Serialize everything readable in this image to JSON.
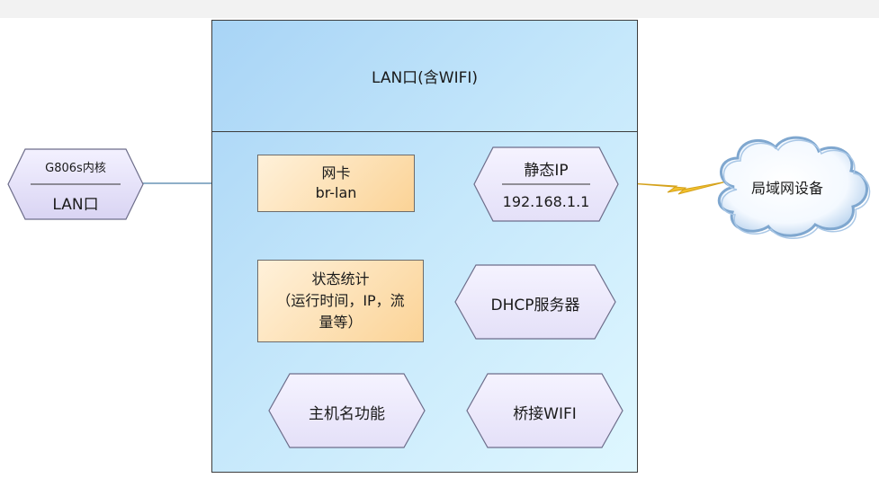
{
  "header": {
    "title": "LAN口(含WIFI)"
  },
  "left_node": {
    "title": "G806s内核",
    "label": "LAN口"
  },
  "nic": {
    "line1": "网卡",
    "line2": "br-lan"
  },
  "static_ip": {
    "title": "静态IP",
    "value": "192.168.1.1"
  },
  "status": {
    "line1": "状态统计",
    "line2": "（运行时间，IP，流",
    "line3": "量等）"
  },
  "dhcp": {
    "label": "DHCP服务器"
  },
  "hostname": {
    "label": "主机名功能"
  },
  "bridge": {
    "label": "桥接WIFI"
  },
  "cloud": {
    "label": "局域网设备"
  },
  "colors": {
    "hex_fill": "#e8e4fb",
    "orange_fill": "#fbd396",
    "panel_fill": "#c6e8fb",
    "bolt": "#f2c12e"
  }
}
